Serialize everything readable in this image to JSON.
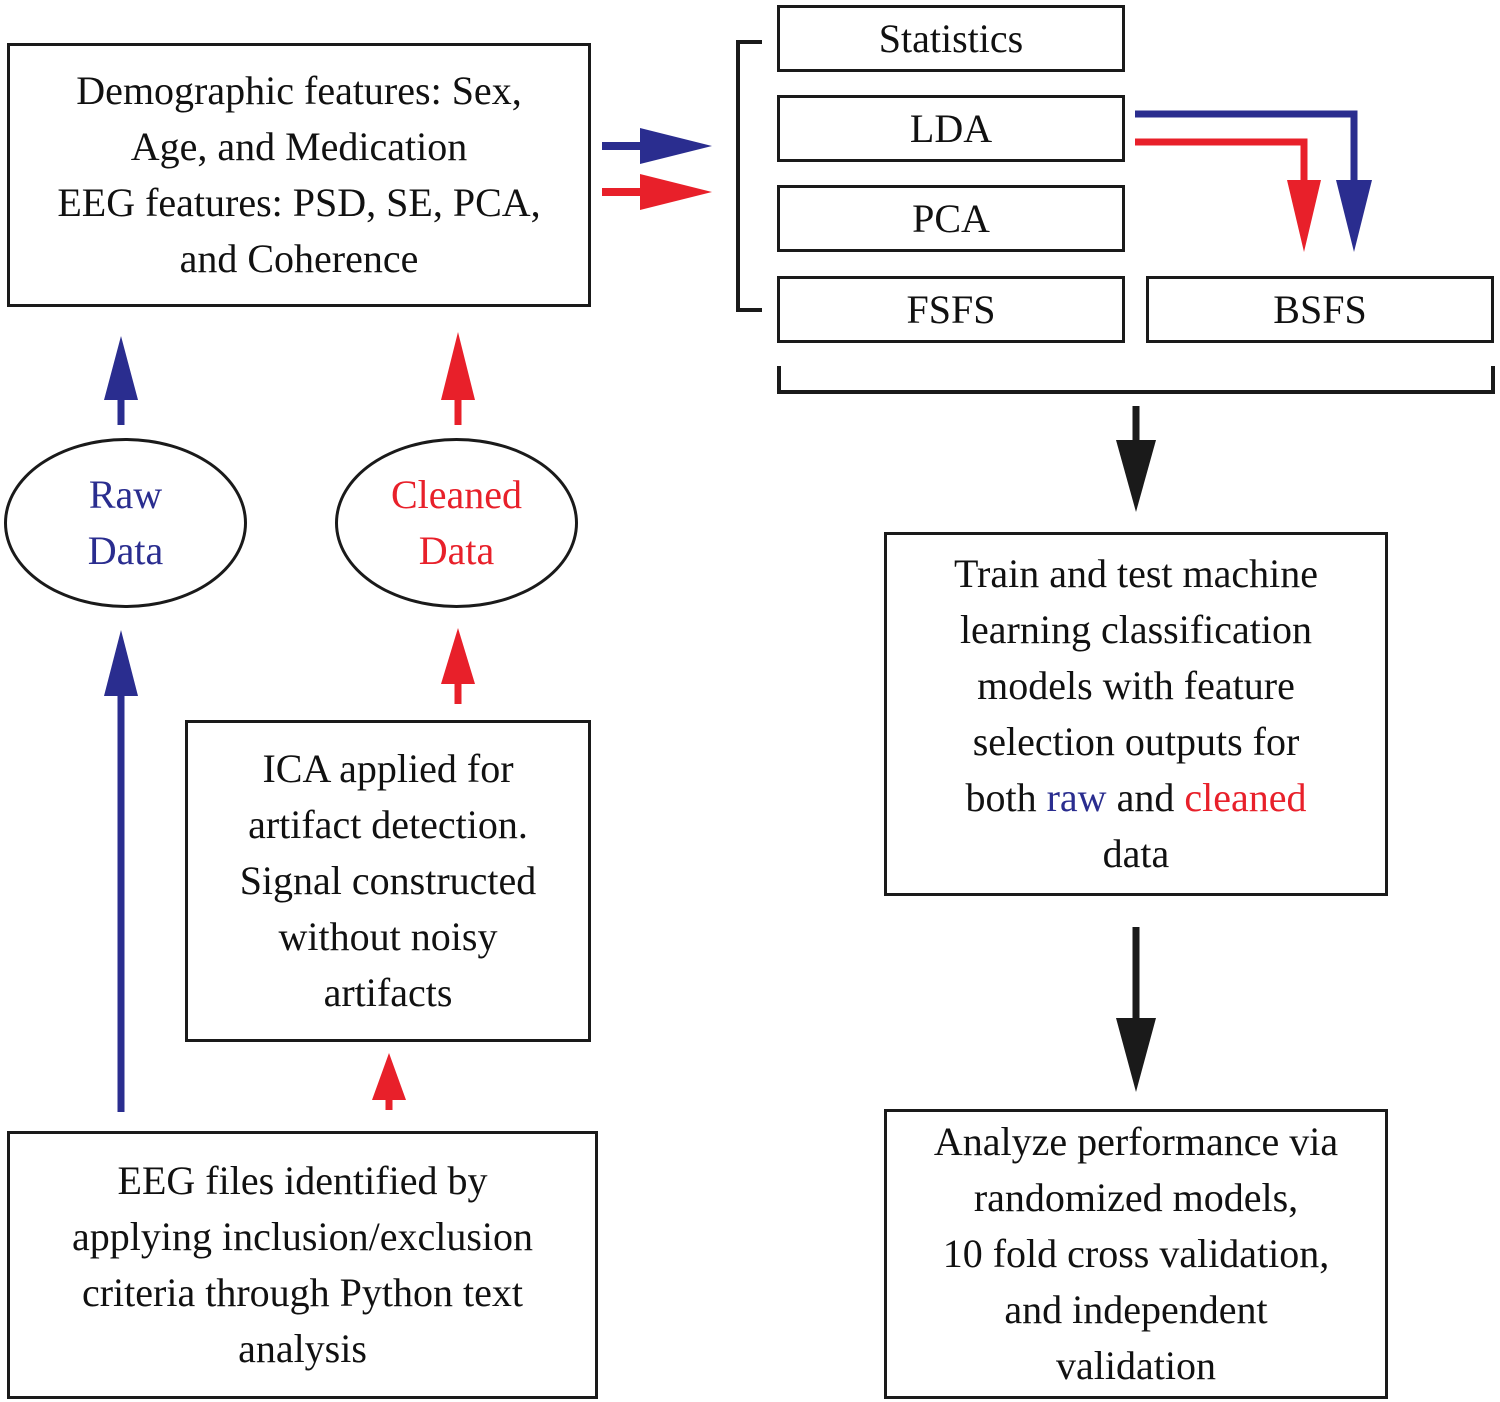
{
  "colors": {
    "raw": "#2a2d8f",
    "cleaned": "#e8202a",
    "neutral": "#1a1a1a"
  },
  "features_box": {
    "lines": [
      "Demographic features: Sex,",
      "Age, and Medication",
      "EEG features: PSD, SE, PCA,",
      "and Coherence"
    ]
  },
  "methods": {
    "statistics": "Statistics",
    "lda": "LDA",
    "pca": "PCA",
    "fsfs": "FSFS",
    "bsfs": "BSFS"
  },
  "raw_data": {
    "line1": "Raw",
    "line2": "Data"
  },
  "cleaned_data": {
    "line1": "Cleaned",
    "line2": "Data"
  },
  "ica_box": {
    "lines": [
      "ICA applied for",
      "artifact detection.",
      "Signal constructed",
      "without noisy",
      "artifacts"
    ]
  },
  "eeg_files_box": {
    "lines": [
      "EEG files identified by",
      "applying inclusion/exclusion",
      "criteria through Python text",
      "analysis"
    ]
  },
  "train_box": {
    "lines": [
      "Train and test machine",
      "learning classification",
      "models with feature",
      "selection outputs for"
    ],
    "line5_pre": "both ",
    "line5_raw": "raw",
    "line5_mid": " and ",
    "line5_cleaned": "cleaned",
    "line6": "data"
  },
  "analyze_box": {
    "lines": [
      "Analyze performance via",
      "randomized models,",
      "10 fold cross validation,",
      "and independent",
      "validation"
    ]
  }
}
